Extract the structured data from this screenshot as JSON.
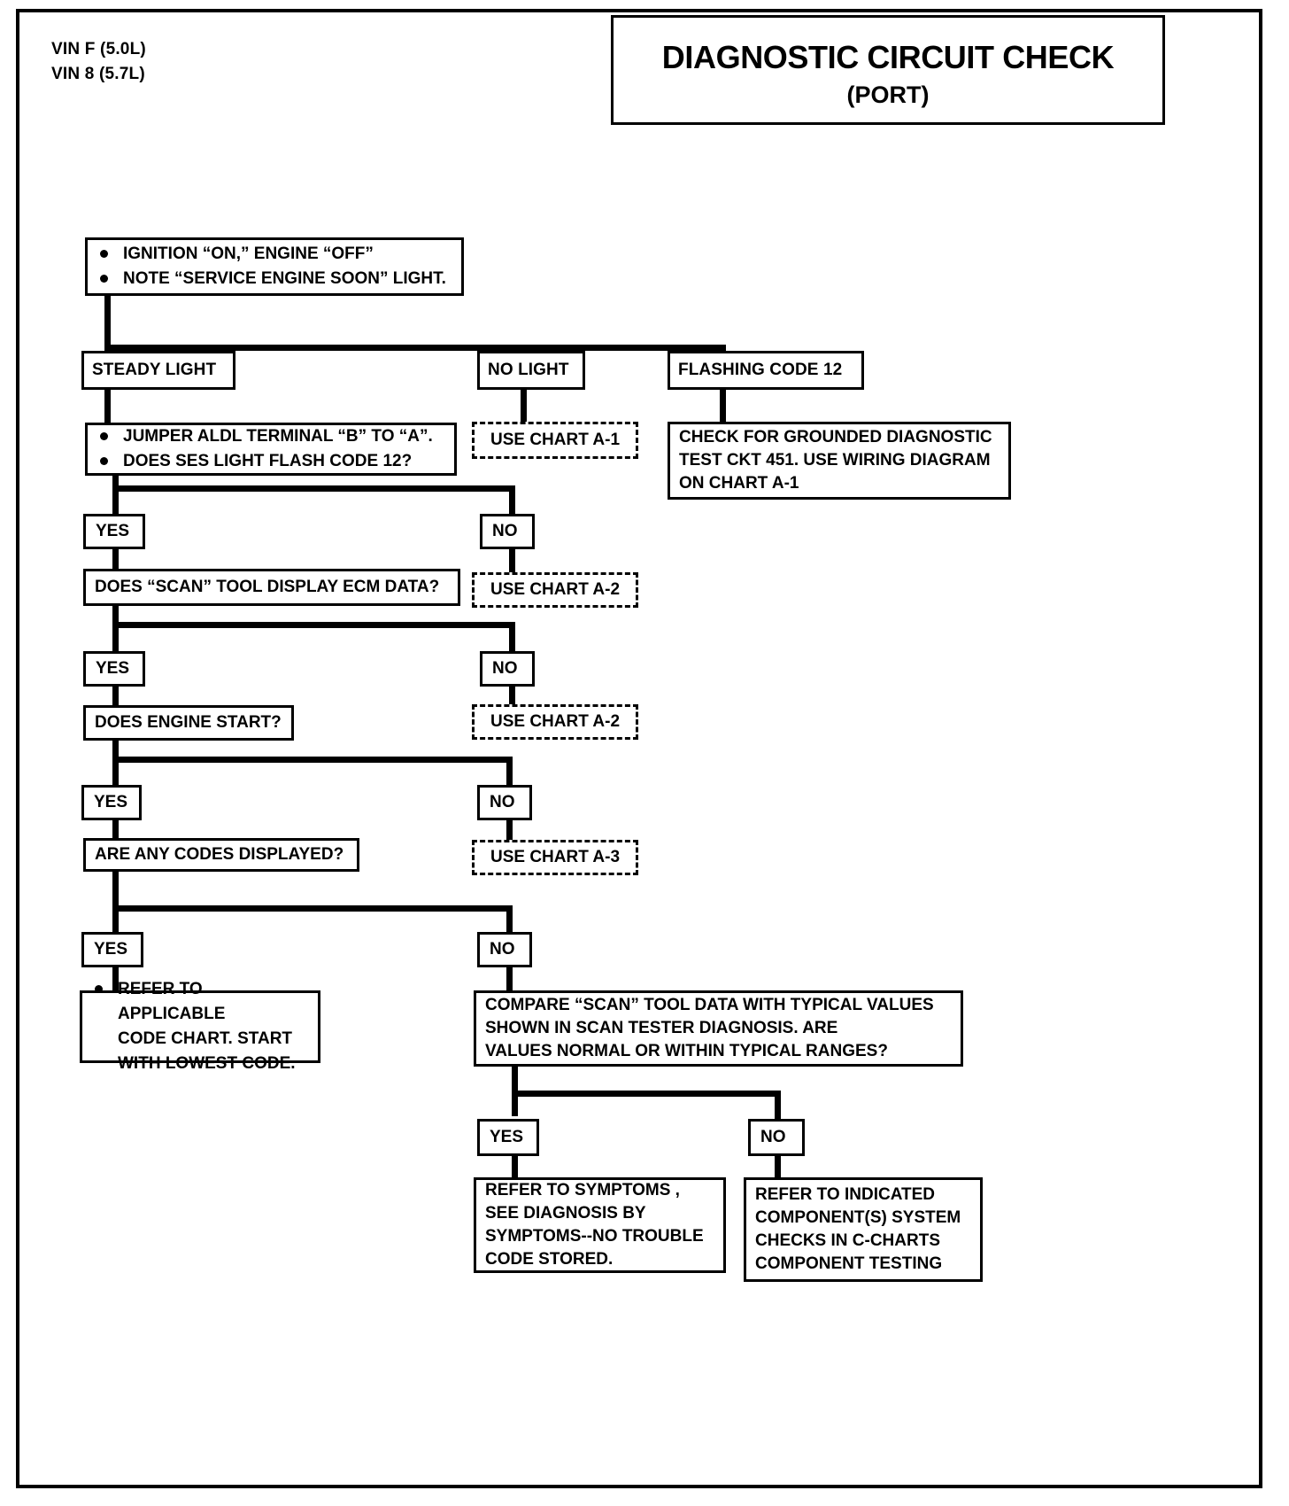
{
  "header": {
    "vin_line_1": "VIN F (5.0L)",
    "vin_line_2": "VIN 8 (5.7L)",
    "title": "DIAGNOSTIC CIRCUIT CHECK",
    "subtitle": "(PORT)"
  },
  "nodes": {
    "start": {
      "bullet_1": "IGNITION “ON,” ENGINE  “OFF”",
      "bullet_2": "NOTE “SERVICE ENGINE SOON” LIGHT."
    },
    "branch_steady": "STEADY LIGHT",
    "branch_nolight": "NO LIGHT",
    "branch_flashing": "FLASHING CODE 12",
    "chart_a1": "USE CHART A-1",
    "grounded_check": "CHECK FOR GROUNDED DIAGNOSTIC\nTEST CKT 451.  USE WIRING DIAGRAM\nON CHART A-1",
    "jumper": {
      "bullet_1": "JUMPER  ALDL TERMINAL “B” TO “A”.",
      "bullet_2": "DOES SES LIGHT FLASH CODE 12?"
    },
    "yes_1": "YES",
    "no_1": "NO",
    "scan_data": "DOES “SCAN” TOOL DISPLAY ECM DATA?",
    "chart_a2_first": "USE CHART A-2",
    "yes_2": "YES",
    "no_2": "NO",
    "engine_start": "DOES ENGINE START?",
    "chart_a2_second": "USE CHART A-2",
    "yes_3": "YES",
    "no_3": "NO",
    "codes_displayed": "ARE ANY CODES DISPLAYED?",
    "chart_a3": "USE CHART A-3",
    "yes_4": "YES",
    "no_4": "NO",
    "refer_code_chart": "REFER TO APPLICABLE\nCODE CHART.  START\nWITH LOWEST CODE.",
    "compare_scan": "COMPARE “SCAN” TOOL DATA WITH TYPICAL  VALUES\nSHOWN  IN SCAN TESTER DIAGNOSIS.   ARE\n    VALUES  NORMAL OR WITHIN TYPICAL RANGES?",
    "yes_5": "YES",
    "no_5": "NO",
    "refer_symptoms": "REFER TO SYMPTOMS ,\nSEE DIAGNOSIS BY\nSYMPTOMS--NO TROUBLE\nCODE  STORED.",
    "refer_components": "REFER TO INDICATED\nCOMPONENT(S) SYSTEM\nCHECKS IN C-CHARTS\nCOMPONENT TESTING"
  }
}
